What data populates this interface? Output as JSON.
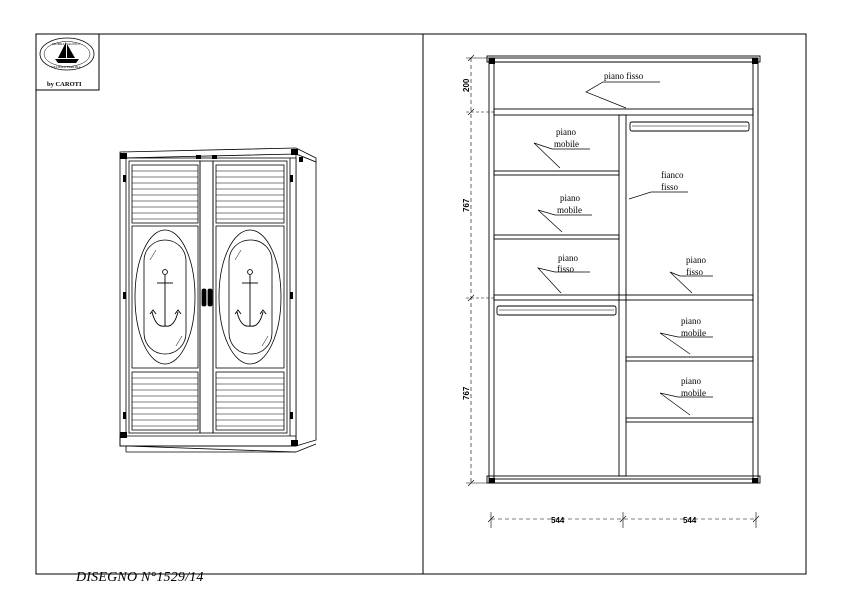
{
  "logo": {
    "arc_text_top": "MOBILI NAUTICI",
    "arc_text_bottom": "VELIERA MARINA",
    "brand": "by CAROTI"
  },
  "drawing_number": "DISEGNO N°1529/14",
  "labels": {
    "top_shelf": "piano fisso",
    "left_shelf_1": [
      "piano",
      "mobile"
    ],
    "left_shelf_2": [
      "piano",
      "mobile"
    ],
    "left_shelf_3": [
      "piano",
      "fisso"
    ],
    "divider": [
      "fianco",
      "fisso"
    ],
    "right_shelf_fixed": [
      "piano",
      "fisso"
    ],
    "right_shelf_1": [
      "piano",
      "mobile"
    ],
    "right_shelf_2": [
      "piano",
      "mobile"
    ]
  },
  "dimensions": {
    "top_height": "200",
    "upper_height": "767",
    "lower_height": "767",
    "left_width": "544",
    "right_width": "544"
  }
}
